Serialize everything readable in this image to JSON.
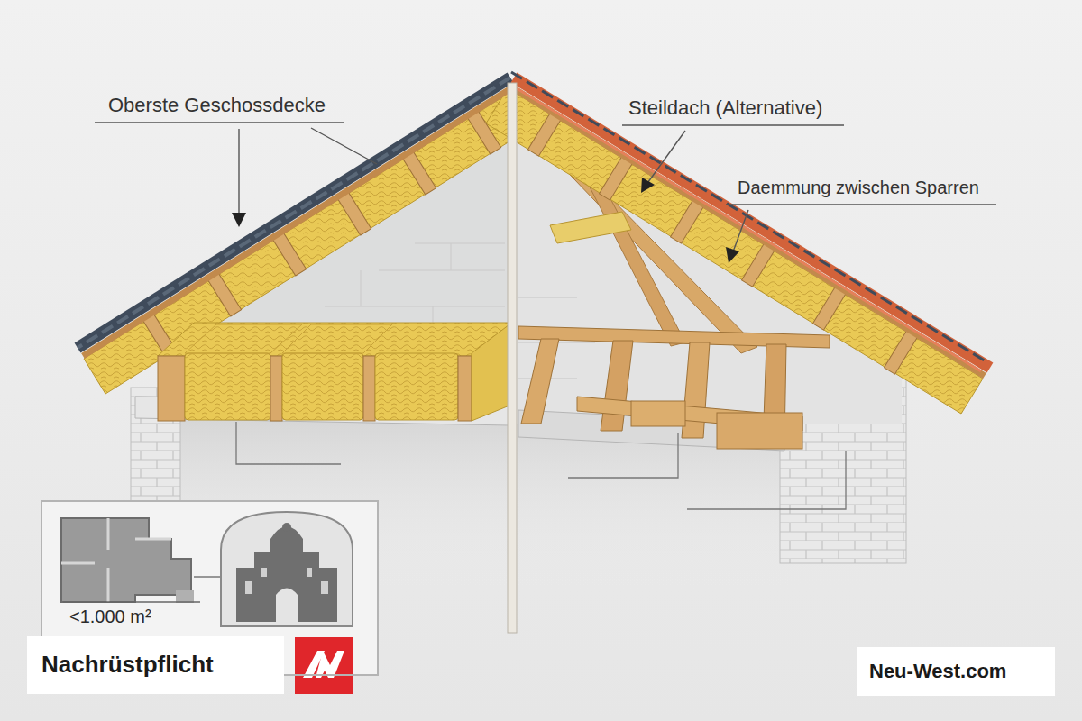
{
  "diagram": {
    "nodes": [
      {
        "text": [
          "<1.000 m²"
        ]
      },
      {
        "text": [
          "Nachrüstpflicht"
        ]
      },
      {
        "text": [
          "Neu-West.com"
        ]
      }
    ],
    "labels": [
      "Oberste Geschossdecke",
      "Steildach (Alternative)",
      "Daemmung zwischen Sparren"
    ]
  }
}
